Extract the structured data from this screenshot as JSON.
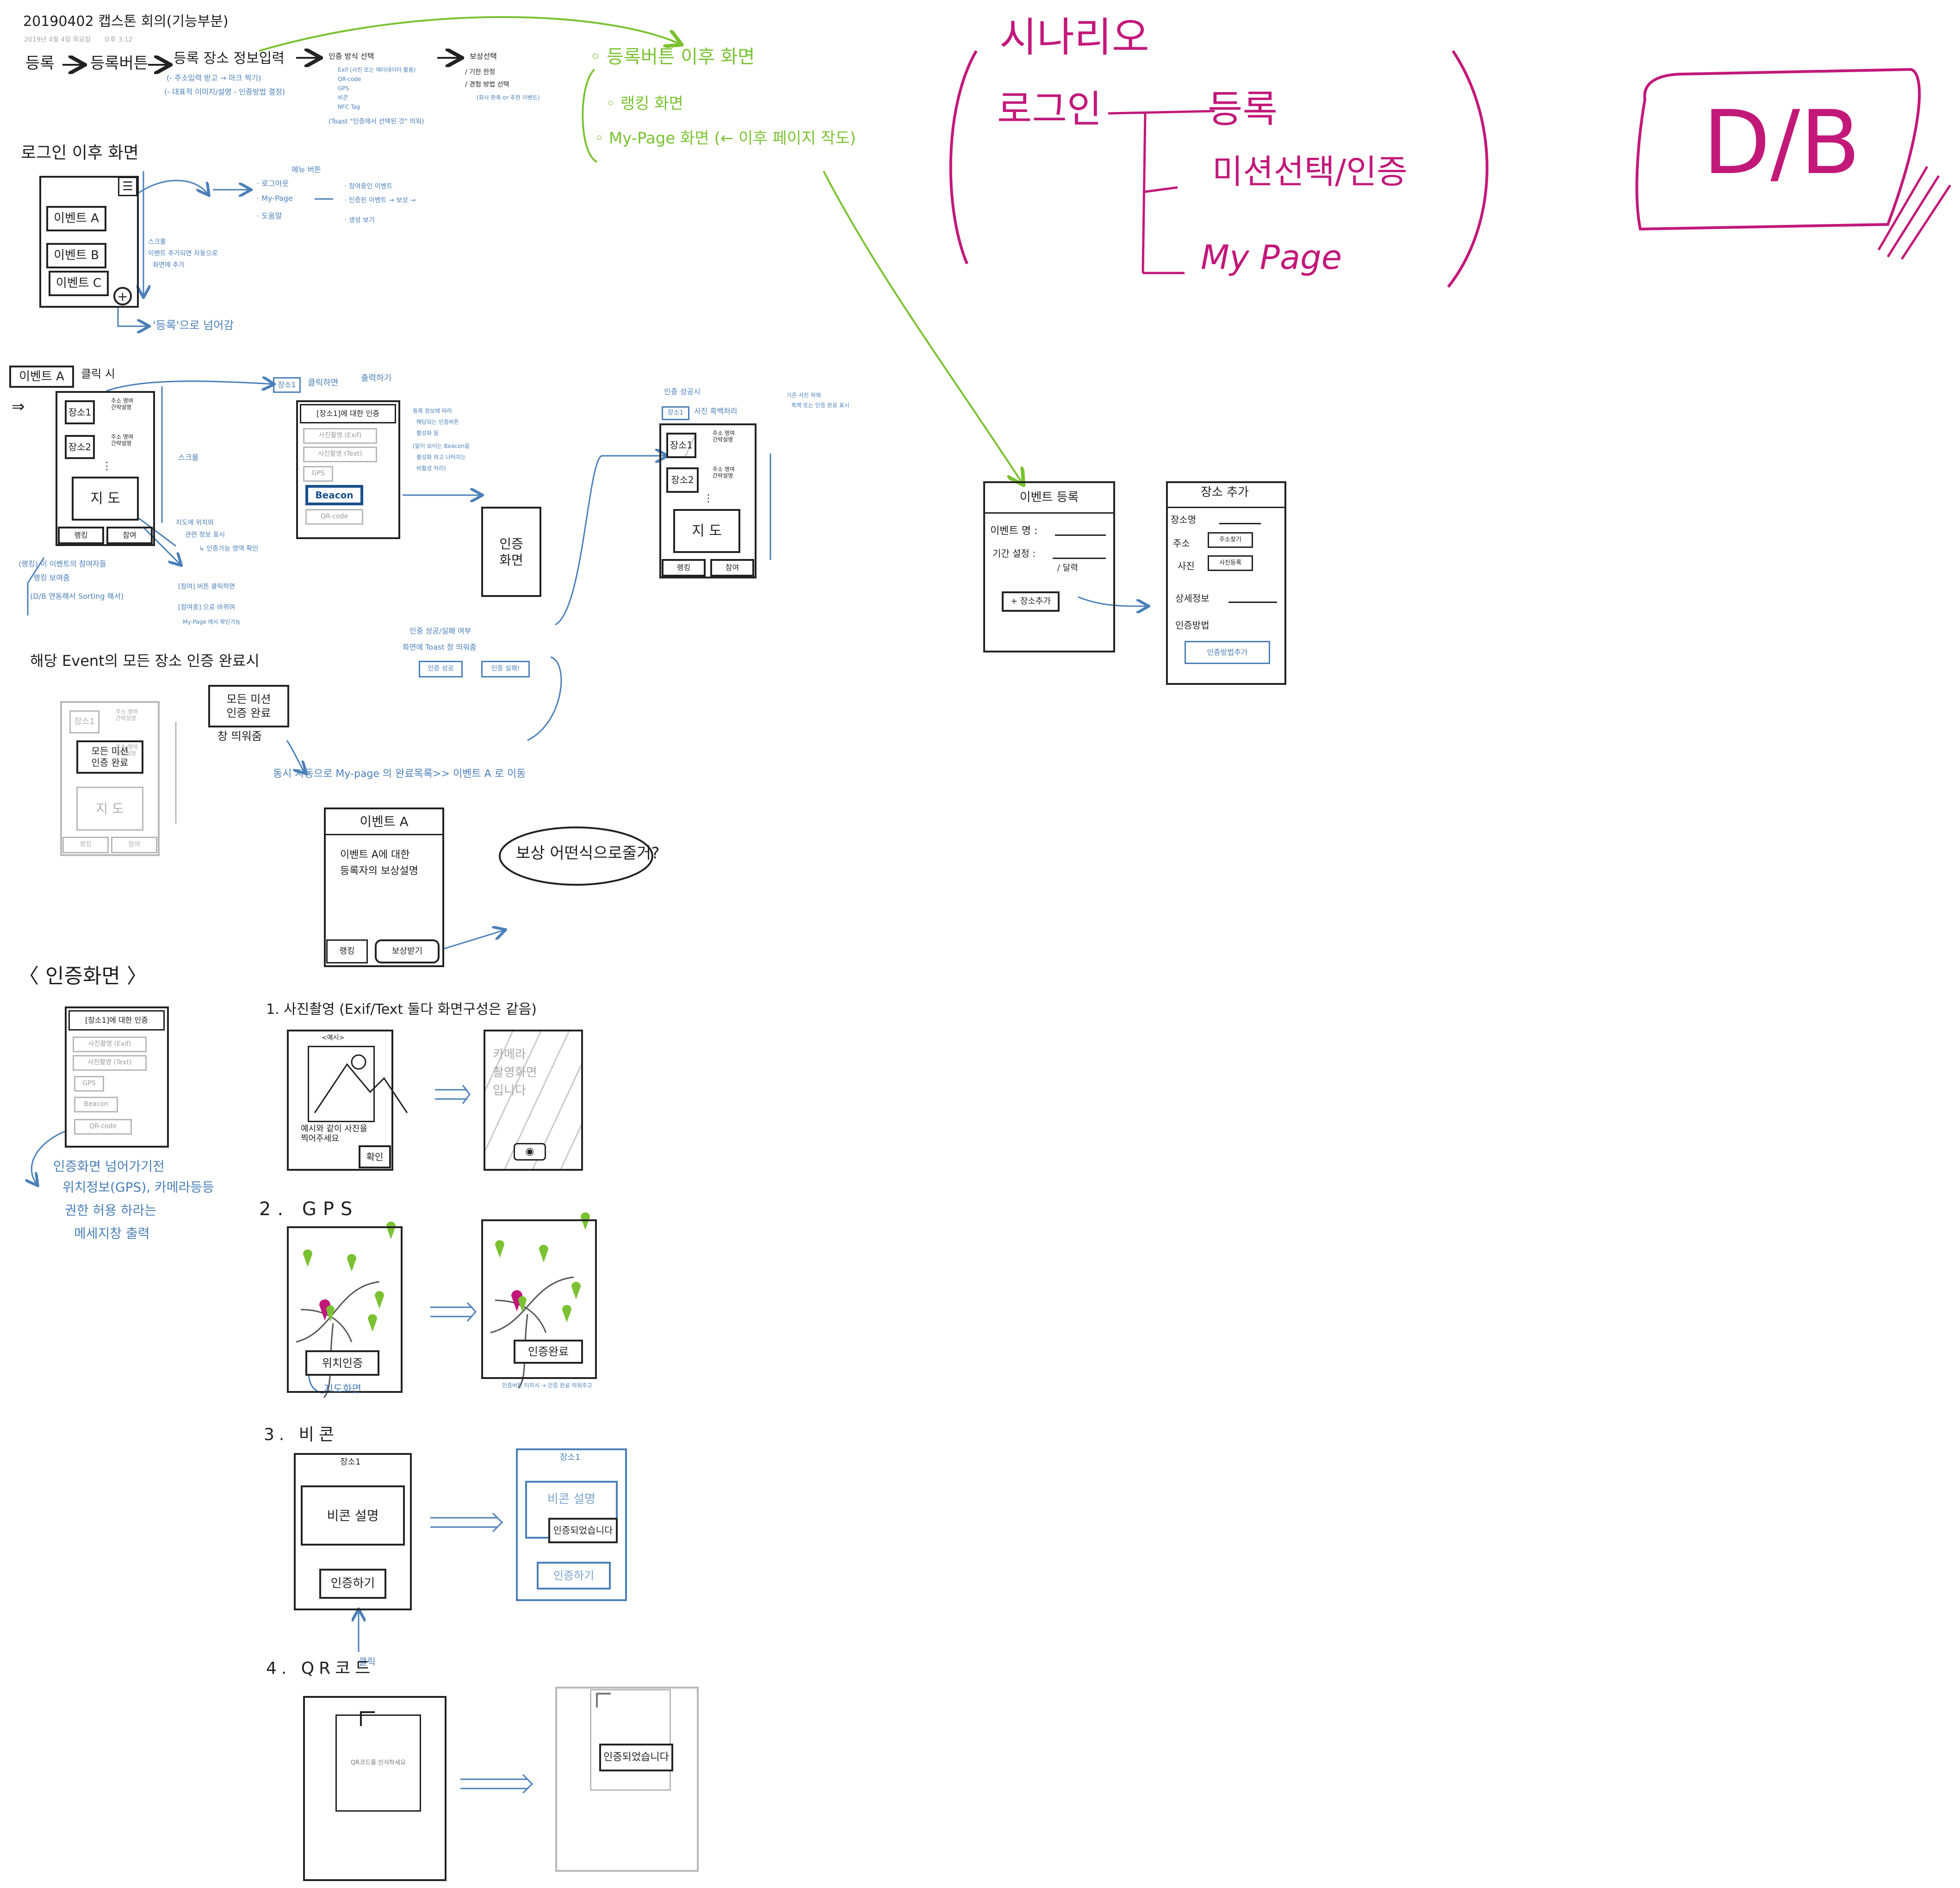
{
  "title": "20190402 캡스톤 회의(기능부분)",
  "meta": {
    "date": "2019년 4월 4일 목요일",
    "time": "오후 3:12"
  },
  "flow": {
    "steps": [
      "등록",
      "등록버튼",
      "등록 장소 정보입력"
    ],
    "step_notes": [
      "(- 주소입력 받고 → 마크 찍기)",
      "(- 대표적 이미지/설명 - 인증방법 결정)"
    ],
    "auth_method": {
      "title": "인증 방식 선택",
      "items": [
        "Exif (사진 또는 메타데이터 활용)",
        "QR-code",
        "GPS",
        "비콘",
        "NFC Tag"
      ],
      "note": "(Toast \"인증에서 선택된 것\" 띄워)"
    },
    "reward": {
      "title": "보상선택",
      "items": [
        "/ 기한 한정",
        "/ 경험 방법 선택",
        "(회사 판촉 or 추천 이벤트)"
      ]
    }
  },
  "green_list": [
    "◦ 등록버튼 이후 화면",
    "◦ 랭킹 화면",
    "◦ My-Page 화면 (← 이후 페이지 작도)"
  ],
  "scenario": {
    "title": "시나리오",
    "login": "로그인",
    "branches": [
      "등록",
      "미션선택/인증",
      "My Page"
    ]
  },
  "db_label": "D/B",
  "after_login": {
    "heading": "로그인 이후 화면",
    "phone": {
      "menu_icon": "☰",
      "events": [
        "이벤트 A",
        "이벤트 B",
        "이벤트 C"
      ],
      "plus": "+"
    },
    "menu_note": {
      "title": "메뉴 버튼",
      "items": [
        "· 로그아웃",
        "· My-Page",
        "· 도움말"
      ]
    },
    "mypage_note": [
      "· 참여중인 이벤트",
      "· 인증된 이벤트 → 보상 →",
      "· 생성 보기"
    ],
    "scroll_note": [
      "스크롤",
      "이벤트 추가되면 자동으로",
      "화면에 추가"
    ],
    "plus_note": "'등록'으로 넘어감"
  },
  "event_a": {
    "heading": "이벤트 A",
    "heading_suffix": "클릭 시",
    "places": [
      "장소1",
      "장소2"
    ],
    "place_desc": "주소 명여\n간략설명",
    "dots": "⋮",
    "map": "지 도",
    "bottom": [
      "랭킹",
      "참여"
    ],
    "scroll": "스크롤",
    "map_note": [
      "지도에 위치와",
      "관련 정보 표시",
      "↳ 인증가능 영역 확인"
    ],
    "ranking_note": [
      "(랭킹) 이 이벤트의 참여자들",
      "랭킹 보여줌",
      "(D/B 연동해서 Sorting 해서)"
    ],
    "join_note": [
      "[참여] 버튼 클릭하면",
      "[참여중] 으로 바뀌며",
      "My-Page 에서 확인가능"
    ]
  },
  "place_click": {
    "tag": "장소1",
    "title": "클릭하면",
    "subtitle": "출력하기",
    "screen_title": "[장소1]에 대한 인증",
    "methods": [
      "사진촬영 (Exif)",
      "사진촬영 (Text)",
      "GPS",
      "Beacon",
      "QR-code"
    ],
    "note": [
      "등록 정보에 따라",
      "해당되는 인증버튼",
      "활성화 됨",
      "(밑이 보이는 Beacon을",
      "활성화 하고 나머지는",
      "비활성 처리)"
    ]
  },
  "auth_box": "인증\n화면",
  "auth_result": {
    "note": [
      "인증 성공/실패 여부",
      "화면에 Toast 창 띄워줌"
    ],
    "success": "인증 성공",
    "fail": "인증 실패!"
  },
  "after_auth": {
    "note": "인증 성공시",
    "tag": "장소1",
    "suffix": "사진 흑백처리",
    "side_note": [
      "기존 사진 위에",
      "흑백 또는 인증 완료 표시"
    ],
    "places": [
      "장소1",
      "장소2"
    ]
  },
  "all_done": {
    "heading": "해당 Event의 모든 장소 인증 완료시",
    "popup": "모든 미션\n인증 완료",
    "popup_note": "창 띄워줌",
    "auto_note": "동시 자동으로 My-page 의 완료목록>> 이벤트 A 로 이동",
    "ghost_popup": "모든 미션\n인증 완료",
    "screen_title": "이벤트 A",
    "body": "이벤트 A에 대한\n등록자의 보상설명",
    "bottom": [
      "랭킹",
      "보상받기"
    ],
    "bubble": "보상 어떤식으로줄거?"
  },
  "reg_screen": {
    "title": "이벤트 등록",
    "fields": [
      "이벤트 명 :",
      "기간 설정 :",
      "/ 달력"
    ],
    "add_button": "+ 장소추가"
  },
  "place_add": {
    "title": "장소 추가",
    "fields": [
      "장소명",
      "주소",
      "사진",
      "상세정보",
      "인증방법"
    ],
    "buttons": [
      "주소찾기",
      "사진등록",
      "인증방법추가"
    ]
  },
  "auth_screens": {
    "heading": "〈 인증화면 〉",
    "screen_title": "[장소1]에 대한 인증",
    "methods": [
      "사진촬영 (Exif)",
      "사진촬영 (Text)",
      "GPS",
      "Beacon",
      "QR-code"
    ],
    "note": [
      "인증화면 넘어가기전",
      "위치정보(GPS), 카메라등등",
      "권한 허용 하라는",
      "메세지창 출력"
    ],
    "photo": {
      "heading": "1. 사진촬영 (Exif/Text 둘다 화면구성은 같음)",
      "example": "<예시>",
      "desc": "예시와 같이 사진을\n찍어주세요",
      "confirm": "확인",
      "camera": "카메라\n촬영화면\n입니다",
      "camera_icon": "◉"
    },
    "gps": {
      "heading": "2. GPS",
      "button": "위치인증",
      "map_note": "지도화면",
      "done": "인증완료",
      "done_note": "인증버튼 터치시 → 인증 완료 띄워주고"
    },
    "beacon": {
      "heading": "3. 비콘",
      "place": "장소1",
      "desc": "비콘 설명",
      "button": "인증하기",
      "click": "클릭",
      "done": "인증되었습니다"
    },
    "qr": {
      "heading": "4. QR코드",
      "scan": "QR코드를 인식하세요",
      "done": "인증되었습니다"
    }
  }
}
